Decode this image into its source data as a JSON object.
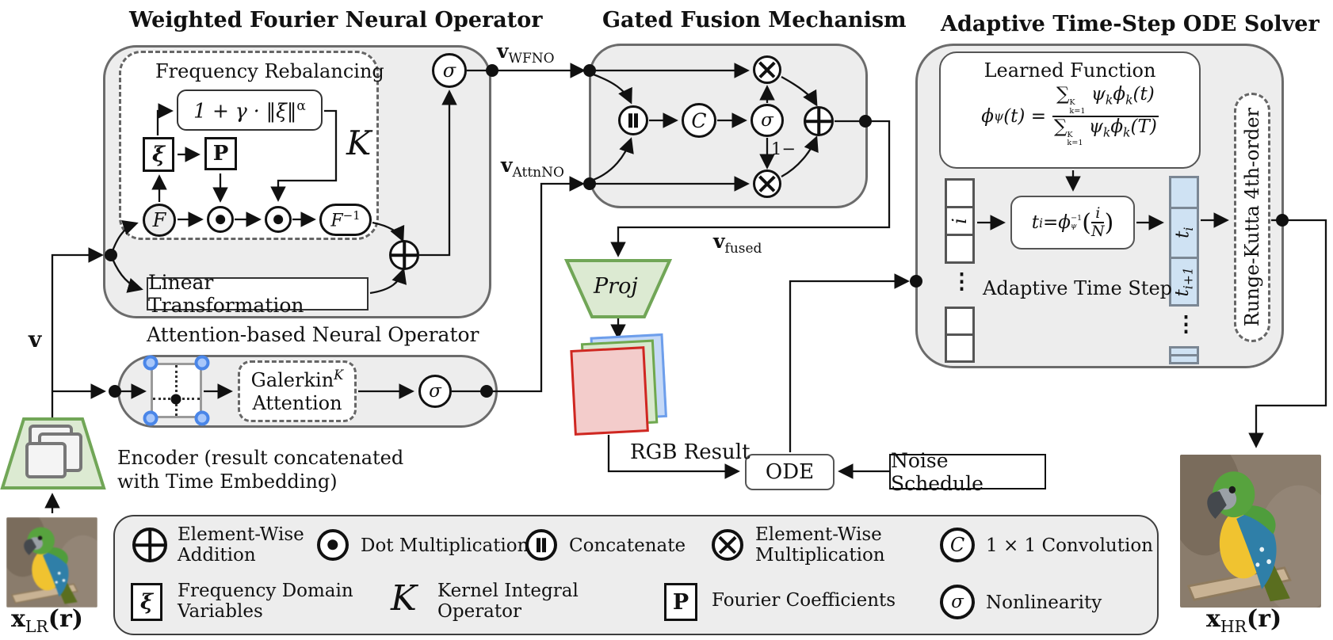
{
  "titles": {
    "wfno": "Weighted Fourier Neural Operator",
    "fusion": "Gated Fusion Mechanism",
    "ode_solver": "Adaptive Time-Step ODE Solver",
    "attn": "Attention-based Neural Operator"
  },
  "wfno": {
    "freq_box_title": "Frequency Rebalancing",
    "weight_formula_base": "1 + γ · ‖ξ‖",
    "weight_formula_sup": "α",
    "kernel_symbol": "K",
    "xi_symbol": "ξ",
    "p_symbol": "P",
    "fourier_symbol": "F",
    "inv_fourier_base": "F",
    "inv_fourier_sup": "−1",
    "linear_label": "Linear Transformation",
    "sigma_symbol": "σ"
  },
  "attn": {
    "galerkin_line1": "Galerkin",
    "galerkin_sup": "K",
    "galerkin_line2": "Attention",
    "sigma_symbol": "σ"
  },
  "fusion": {
    "conv_symbol": "C",
    "sigma_symbol": "σ",
    "one_minus": "1−"
  },
  "wire_labels": {
    "v": "v",
    "v_wfno_main": "v",
    "v_wfno_sub": "WFNO",
    "v_attnno_main": "v",
    "v_attnno_sub": "AttnNO",
    "v_fused_main": "v",
    "v_fused_sub": "fused"
  },
  "middle": {
    "proj_label": "Proj",
    "rgb_label": "RGB Result",
    "ode_label": "ODE",
    "noise_label": "Noise Schedule"
  },
  "solver": {
    "learned_title": "Learned Function",
    "lf_phi": "ϕ",
    "lf_psi": "ψ",
    "lf_lhs_rest": "(t) =",
    "sum": "∑",
    "sum_sup": "K",
    "sum_sub": "k=1",
    "k": "k",
    "num_arg": "(t)",
    "den_arg": "(T)",
    "i_label": "i",
    "dots": "⋮",
    "ti_t": "t",
    "ti_sub": "i",
    "ti_eq": " = ",
    "ti_phi": "ϕ",
    "ti_phi_sup": "−1",
    "ti_phi_sub": "ψ",
    "ti_open": "(",
    "ti_num": "i",
    "ti_den": "N",
    "ti_close": ")",
    "cell_ti_main": "t",
    "cell_ti_sub": "i",
    "cell_ti1_main": "t",
    "cell_ti1_sub": "i+1",
    "adaptive_label": "Adaptive Time Step",
    "rk_label": "Runge-Kutta 4th-order"
  },
  "encoder": {
    "caption_line1": "Encoder (result concatenated",
    "caption_line2": "with Time Embedding)"
  },
  "images": {
    "xlr_main": "x",
    "xlr_sub": "LR",
    "xlr_rest": "(r)",
    "xhr_main": "x",
    "xhr_sub": "HR",
    "xhr_rest": "(r)"
  },
  "legend": {
    "items": [
      {
        "icon": "elementwise-addition-icon",
        "line1": "Element-Wise",
        "line2": "Addition"
      },
      {
        "icon": "dot-multiplication-icon",
        "line1": "Dot Multiplication",
        "line2": ""
      },
      {
        "icon": "concatenate-icon",
        "line1": "Concatenate",
        "line2": ""
      },
      {
        "icon": "elementwise-multiplication-icon",
        "line1": "Element-Wise",
        "line2": "Multiplication"
      },
      {
        "icon": "convolution-icon",
        "symbol": "C",
        "line1": "1 × 1 Convolution",
        "line2": ""
      },
      {
        "icon": "frequency-variables-icon",
        "symbol": "ξ",
        "line1": "Frequency Domain",
        "line2": "Variables"
      },
      {
        "icon": "kernel-operator-icon",
        "symbol": "K",
        "line1": "Kernel Integral",
        "line2": "Operator"
      },
      {
        "icon": "fourier-coefficients-icon",
        "symbol": "P",
        "line1": "Fourier Coefficients",
        "line2": ""
      },
      {
        "icon": "nonlinearity-icon",
        "symbol": "σ",
        "line1": "Nonlinearity",
        "line2": ""
      }
    ]
  },
  "colors": {
    "block_fill": "#ededed",
    "green_fill": "#dcead2",
    "green_stroke": "#71a657",
    "blue_cell_fill": "#cfe2f3",
    "red_plane": "#cf2721",
    "blue_plane_stroke": "#6d9eeb",
    "corner_dot_fill": "#a8c7fa",
    "corner_dot_stroke": "#4a86e8"
  }
}
